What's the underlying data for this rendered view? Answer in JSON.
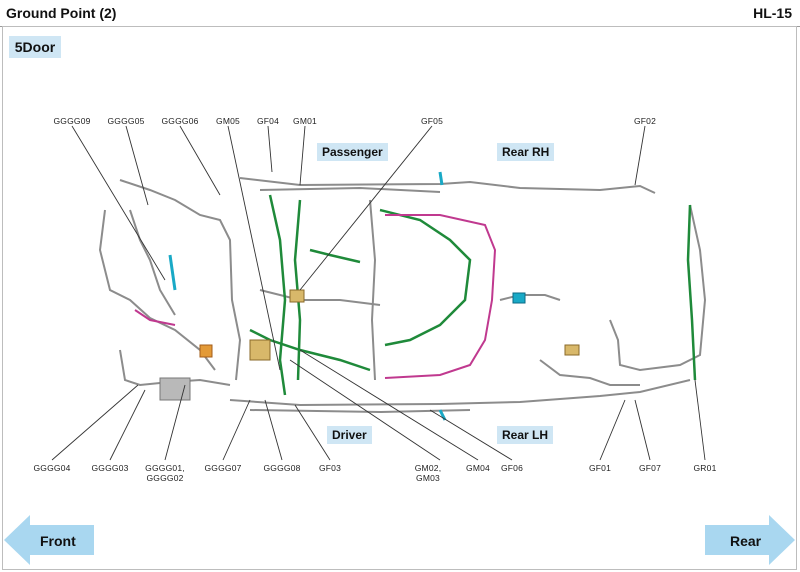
{
  "header": {
    "title": "Ground Point (2)",
    "code": "HL-15"
  },
  "variant": "5Door",
  "zones": {
    "passenger": "Passenger",
    "rear_rh": "Rear RH",
    "driver": "Driver",
    "rear_lh": "Rear LH"
  },
  "top_labels": [
    "GGGG09",
    "GGGG05",
    "GGGG06",
    "GM05",
    "GF04",
    "GM01",
    "GF05",
    "GF02"
  ],
  "bottom_labels": [
    "GGGG04",
    "GGGG03",
    "GGGG01,",
    "GGGG02",
    "GGGG07",
    "GGGG08",
    "GF03",
    "GM02,",
    "GM03",
    "GM04",
    "GF06",
    "GF01",
    "GF07",
    "GR01"
  ],
  "nav": {
    "front": "Front",
    "rear": "Rear"
  },
  "colors": {
    "tag_bg": "#cfe6f4",
    "arrow": "#a9d7f0",
    "harness_gray": "#8c8c8c",
    "harness_green": "#1f8a3a",
    "harness_magenta": "#c0398f",
    "harness_cyan": "#19a9c6"
  }
}
